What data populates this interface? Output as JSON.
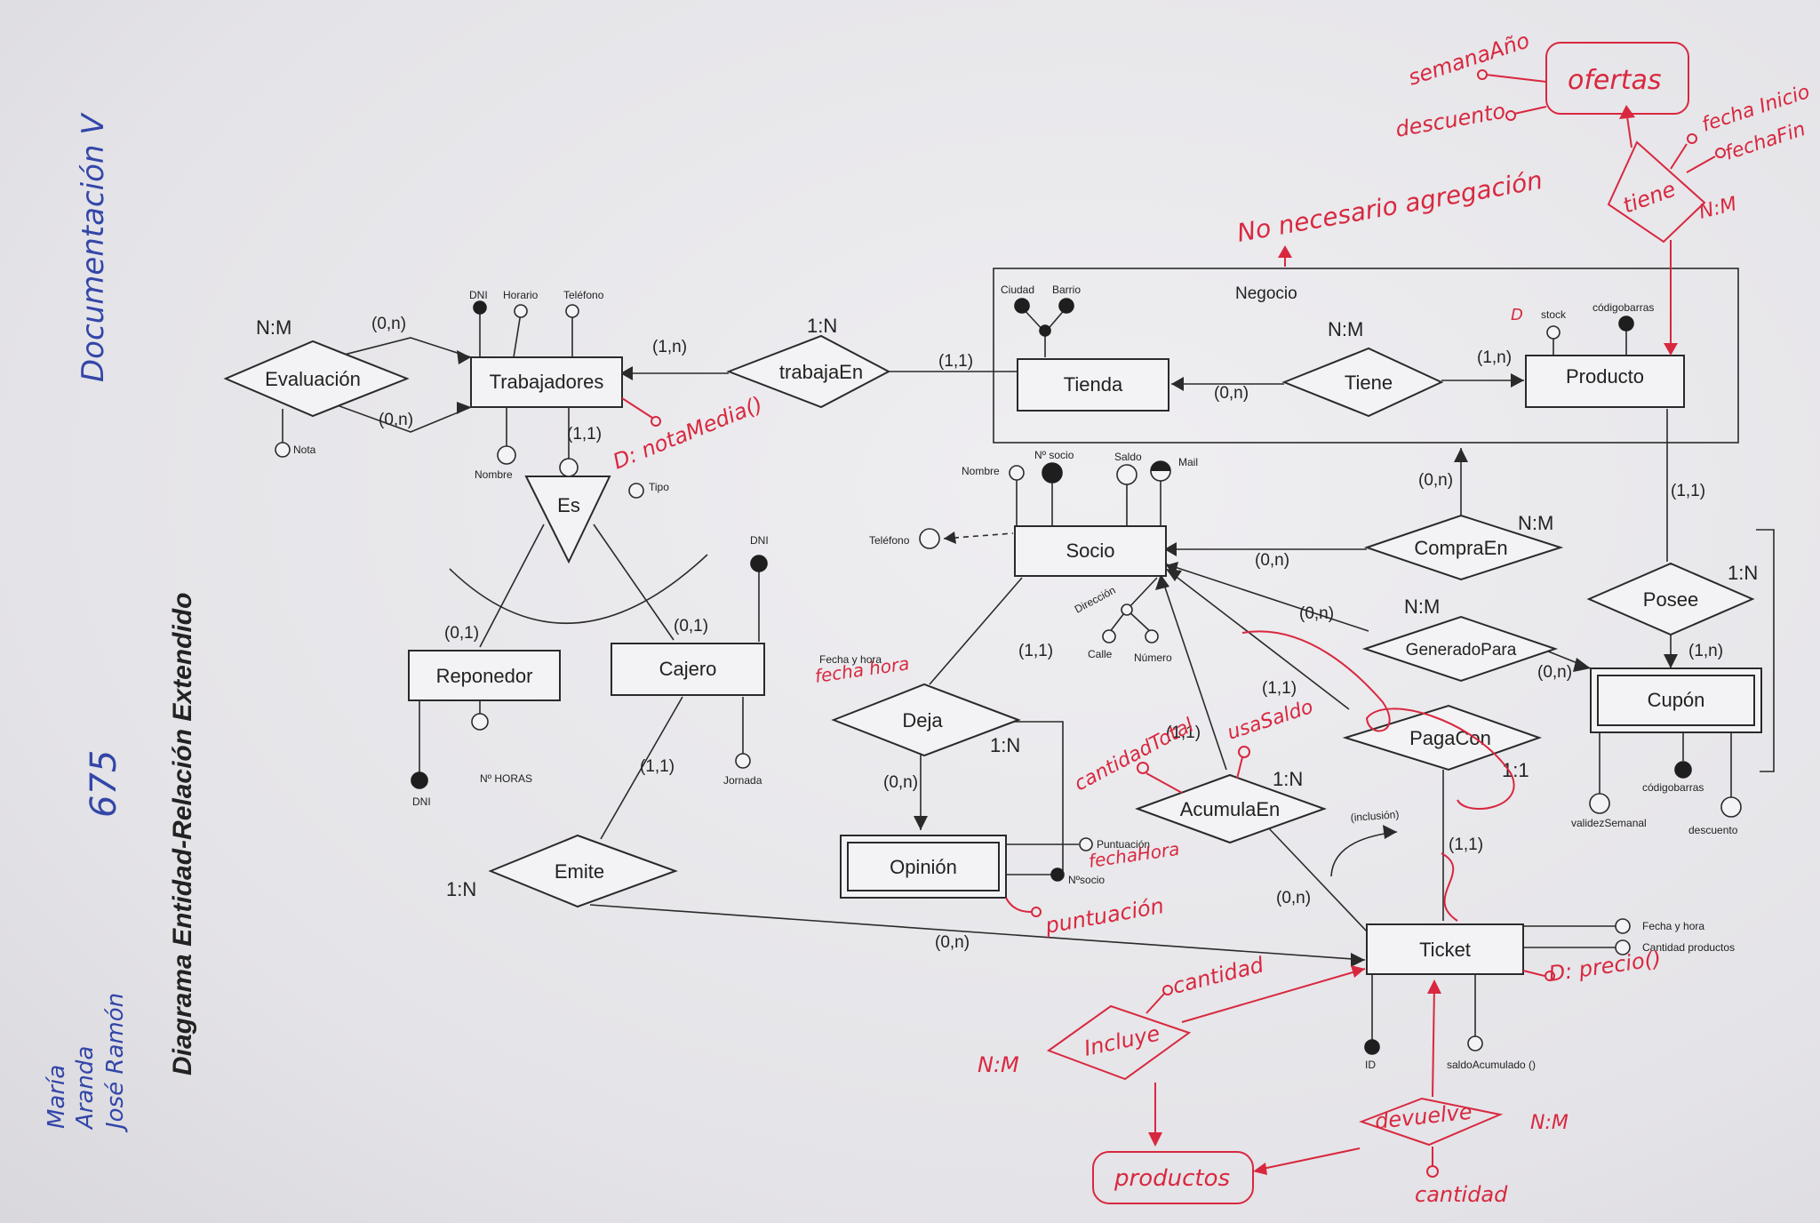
{
  "title": "Diagrama Entidad-Relación Extendido",
  "margin_notes": {
    "documentation": "Documentación V",
    "number": "675",
    "name1": "María",
    "name2": "Aranda",
    "name3": "José Ramón"
  },
  "entities": {
    "trabajadores": "Trabajadores",
    "tienda": "Tienda",
    "producto": "Producto",
    "socio": "Socio",
    "reponedor": "Reponedor",
    "cajero": "Cajero",
    "opinion": "Opinión",
    "cupon": "Cupón",
    "ticket": "Ticket"
  },
  "relationships": {
    "evaluacion": "Evaluación",
    "trabajaEn": "trabajaEn",
    "tiene": "Tiene",
    "es": "Es",
    "compraEn": "CompraEn",
    "generadoPara": "GeneradoPara",
    "posee": "Posee",
    "deja": "Deja",
    "acumulaEn": "AcumulaEn",
    "pagaCon": "PagaCon",
    "emite": "Emite"
  },
  "aggregation": "Negocio",
  "attributes": {
    "dni_trab": "DNI",
    "horario": "Horario",
    "telefono_trab": "Teléfono",
    "nota": "Nota",
    "nombre_trab": "Nombre",
    "tipo": "Tipo",
    "ciudad": "Ciudad",
    "barrio": "Barrio",
    "stock": "stock",
    "codigobarras_prod": "códigobarras",
    "nombre_socio": "Nombre",
    "nsocio": "Nº socio",
    "saldo": "Saldo",
    "mail": "Mail",
    "telefono_socio": "Teléfono",
    "direccion": "Dirección",
    "calle": "Calle",
    "numero": "Número",
    "dni_cajero": "DNI",
    "jornada": "Jornada",
    "dni_repo": "DNI",
    "nhoras": "Nº HORAS",
    "fecha_hora_deja": "Fecha y hora",
    "puntuacion": "Puntuación",
    "nsocio_op": "Nºsocio",
    "codigobarras_cupon": "códigobarras",
    "validez": "validezSemanal",
    "descuento": "descuento",
    "fecha_hora_ticket": "Fecha y hora",
    "cantidad_productos": "Cantidad productos",
    "id": "ID",
    "saldoAcumulado": "saldoAcumulado ()",
    "inclusion": "(inclusión)"
  },
  "cardinalities": {
    "nm_eval": "N:M",
    "on_eval1": "(0,n)",
    "on_eval2": "(0,n)",
    "n1_trabaja": "1:N",
    "p1n_trab": "(1,n)",
    "p11_tienda": "(1,1)",
    "nm_tiene": "N:M",
    "p0n_tiene": "(0,n)",
    "p1n_prod": "(1,n)",
    "p11_es": "(1,1)",
    "p01_repo": "(0,1)",
    "p01_caj": "(0,1)",
    "p11_caj": "(1,1)",
    "n1_emite": "1:N",
    "p0n_emite": "(0,n)",
    "p0n_neg": "(0,n)",
    "nm_compra": "N:M",
    "p0n_compra": "(0,n)",
    "p0n_gen": "(0,n)",
    "nm_gen": "N:M",
    "p0n_cupon": "(0,n)",
    "p11_prod": "(1,1)",
    "n1_posee": "1:N",
    "p1n_posee": "(1,n)",
    "p11_deja": "(1,1)",
    "n1_deja": "1:N",
    "p0n_deja": "(0,n)",
    "p11_acum": "(1,1)",
    "p11_acum2": "(1,1)",
    "n1_acum": "1:N",
    "p0n_acum": "(0,n)",
    "one_paga": "1:1",
    "p11_paga": "(1,1)"
  },
  "handwritten": {
    "ofertas": "ofertas",
    "semanaAno": "semanaAño",
    "descuento": "descuento",
    "fechaInicio": "fecha Inicio",
    "fechaFin": "fechaFin",
    "tiene": "tiene",
    "nm_tiene": "N:M",
    "no_agregacion": "No necesario agregación",
    "stock_d": "D",
    "nota_media": "D: notaMedia()",
    "cantidad_total": "cantidadTotal",
    "usa_saldo": "usaSaldo",
    "fecha_hora_op": "fechaHora",
    "puntuacion": "puntuación",
    "cantidad_incluye": "cantidad",
    "incluye": "Incluye",
    "nm_incluye": "N:M",
    "productos": "productos",
    "devuelve": "devuelve",
    "nm_devuelve": "N:M",
    "cantidad_dev": "cantidad",
    "precio": "D: precio()",
    "fecha_hora_deja": "fecha hora"
  }
}
